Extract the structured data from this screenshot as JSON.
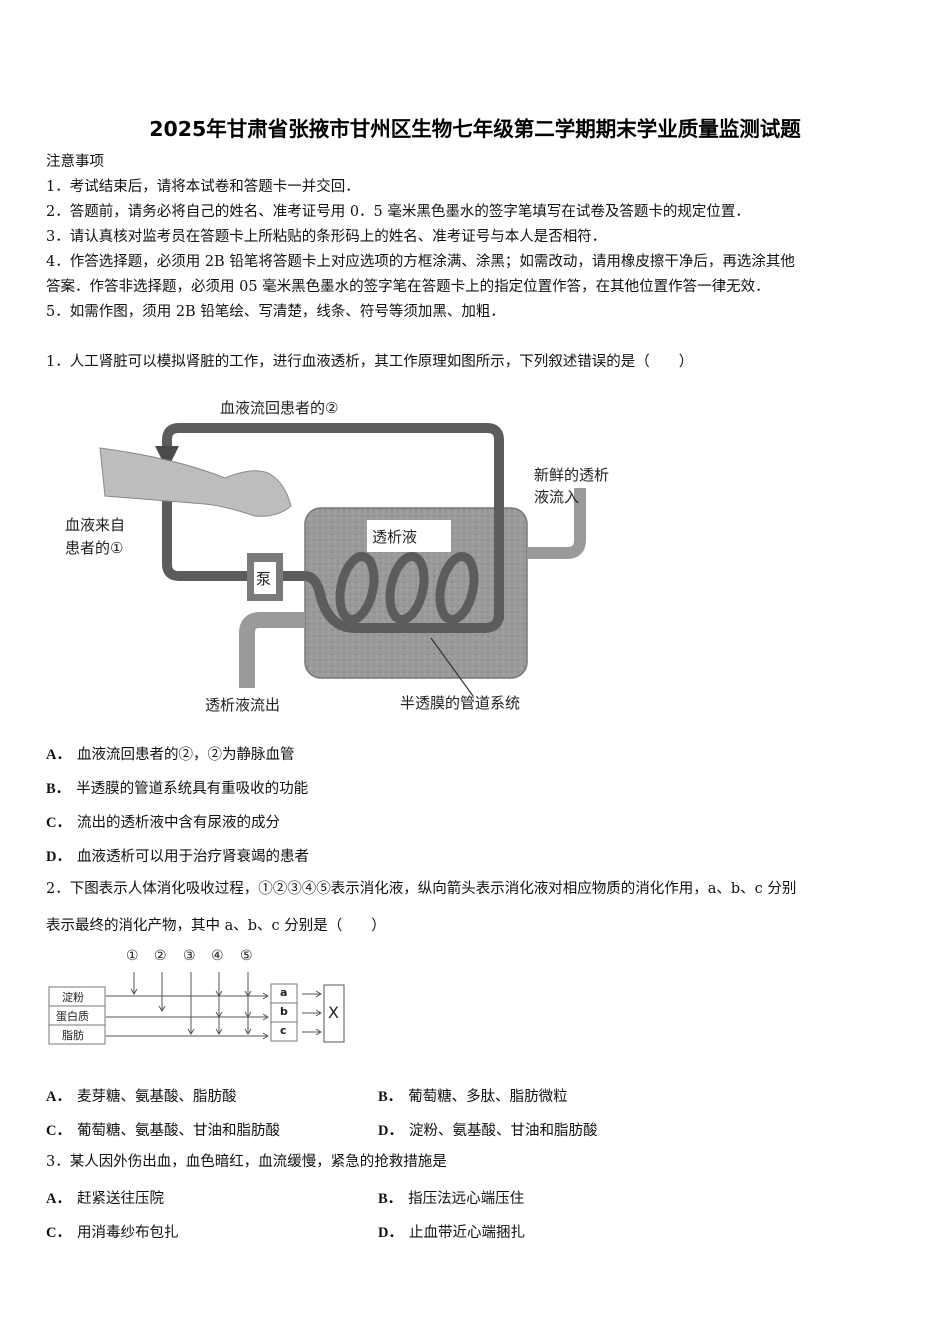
{
  "title": "2025年甘肃省张掖市甘州区生物七年级第二学期期末学业质量监测试题",
  "notice": {
    "heading": "注意事项",
    "items": [
      "1．考试结束后，请将本试卷和答题卡一并交回．",
      "2．答题前，请务必将自己的姓名、准考证号用 0．5 毫米黑色墨水的签字笔填写在试卷及答题卡的规定位置．",
      "3．请认真核对监考员在答题卡上所粘贴的条形码上的姓名、准考证号与本人是否相符．",
      "4．作答选择题，必须用 2B 铅笔将答题卡上对应选项的方框涂满、涂黑；如需改动，请用橡皮擦干净后，再选涂其他",
      "答案．作答非选择题，必须用 05 毫米黑色墨水的签字笔在答题卡上的指定位置作答，在其他位置作答一律无效．",
      "5．如需作图，须用 2B 铅笔绘、写清楚，线条、符号等须加黑、加粗．"
    ]
  },
  "questions": [
    {
      "stem": "1．人工肾脏可以模拟肾脏的工作，进行血液透析，其工作原理如图所示，下列叙述错误的是（　　）",
      "figure": {
        "labels": {
          "return_blood": "血液流回患者的②",
          "from_patient_line1": "血液来自",
          "from_patient_line2": "患者的①",
          "fresh_line1": "新鲜的透析",
          "fresh_line2": "液流入",
          "dialysate": "透析液",
          "pump": "泵",
          "outflow": "透析液流出",
          "membrane": "半透膜的管道系统"
        }
      },
      "options": [
        {
          "letter": "A．",
          "text": "血液流回患者的②，②为静脉血管"
        },
        {
          "letter": "B．",
          "text": "半透膜的管道系统具有重吸收的功能"
        },
        {
          "letter": "C．",
          "text": "流出的透析液中含有尿液的成分"
        },
        {
          "letter": "D．",
          "text": "血液透析可以用于治疗肾衰竭的患者"
        }
      ]
    },
    {
      "stem_line1": "2．下图表示人体消化吸收过程，①②③④⑤表示消化液，纵向箭头表示消化液对相应物质的消化作用，a、b、c 分别",
      "stem_line2": "表示最终的消化产物，其中 a、b、c 分别是（　　）",
      "figure": {
        "juices": [
          "①",
          "②",
          "③",
          "④",
          "⑤"
        ],
        "substances": [
          "淀粉",
          "蛋白质",
          "脂肪"
        ],
        "products": [
          "a",
          "b",
          "c"
        ],
        "target": "X"
      },
      "options": [
        {
          "letter": "A．",
          "text": "麦芽糖、氨基酸、脂肪酸"
        },
        {
          "letter": "B．",
          "text": "葡萄糖、多肽、脂肪微粒"
        },
        {
          "letter": "C．",
          "text": "葡萄糖、氨基酸、甘油和脂肪酸"
        },
        {
          "letter": "D．",
          "text": "淀粉、氨基酸、甘油和脂肪酸"
        }
      ]
    },
    {
      "stem": "3．某人因外伤出血，血色暗红，血流缓慢，紧急的抢救措施是",
      "options": [
        {
          "letter": "A．",
          "text": "赶紧送往压院"
        },
        {
          "letter": "B．",
          "text": "指压法远心端压住"
        },
        {
          "letter": "C．",
          "text": "用消毒纱布包扎"
        },
        {
          "letter": "D．",
          "text": "止血带近心端捆扎"
        }
      ]
    }
  ]
}
